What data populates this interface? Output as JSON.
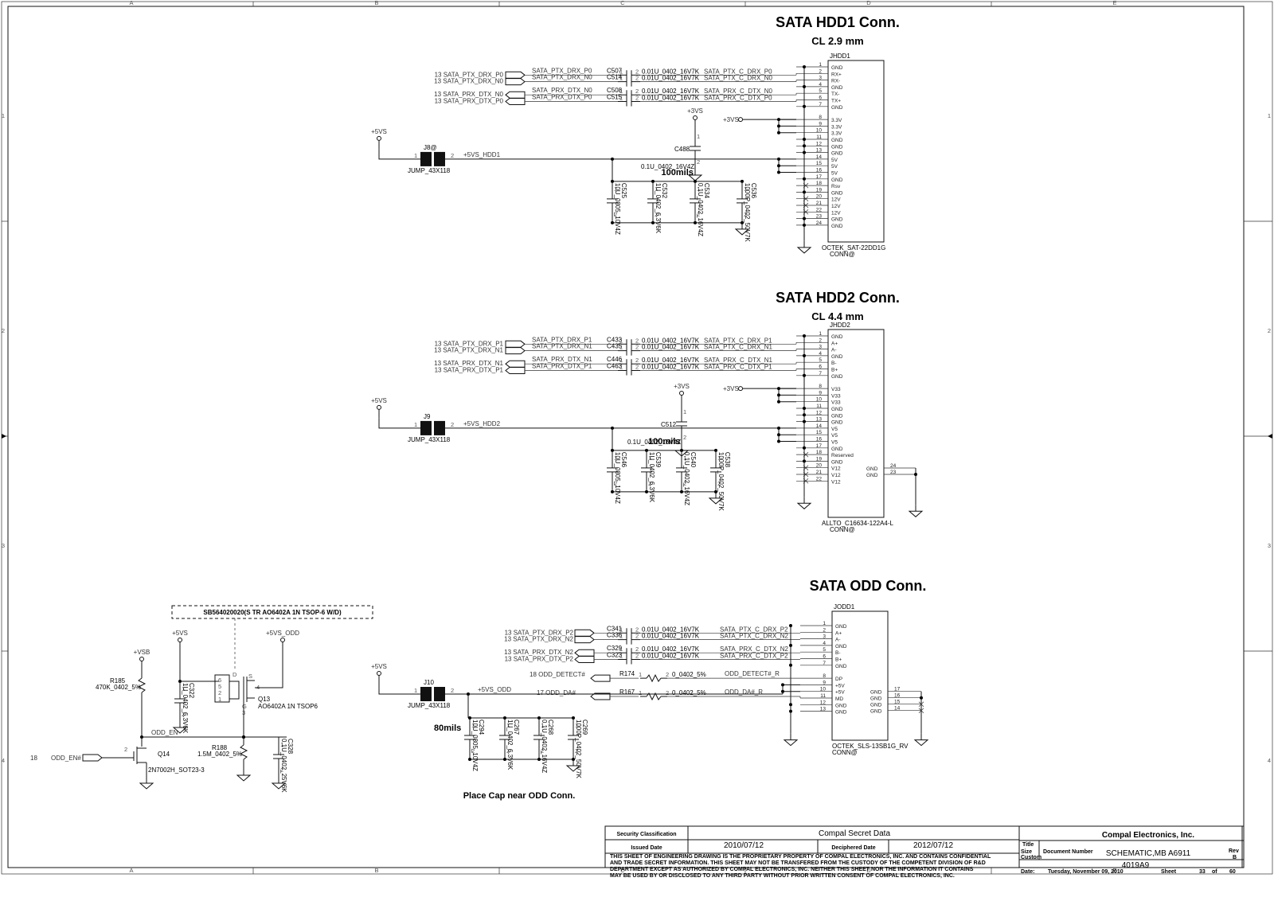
{
  "frame": {
    "cols": [
      "A",
      "B",
      "C",
      "D",
      "E"
    ],
    "rows": [
      "1",
      "2",
      "3",
      "4"
    ]
  },
  "hdd1": {
    "title": "SATA HDD1 Conn.",
    "subtitle": "CL 2.9 mm",
    "ref": "JHDD1",
    "part": "OCTEK_SAT-22DD1G",
    "conn": "CONN@",
    "pins": [
      "GND",
      "RX+",
      "RX-",
      "GND",
      "TX-",
      "TX+",
      "GND",
      "3.3V",
      "3.3V",
      "3.3V",
      "GND",
      "GND",
      "GND",
      "5V",
      "5V",
      "5V",
      "GND",
      "Rsv",
      "GND",
      "12V",
      "12V",
      "12V",
      "GND",
      "GND"
    ],
    "sig_in": [
      "13  SATA_PTX_DRX_P0",
      "13  SATA_PTX_DRX_N0",
      "13  SATA_PRX_DTX_N0",
      "13  SATA_PRX_DTX_P0"
    ],
    "sig_mid": [
      "SATA_PTX_DRX_P0",
      "SATA_PTX_DRX_N0",
      "SATA_PRX_DTX_N0",
      "SATA_PRX_DTX_P0"
    ],
    "caps": [
      "C507",
      "C514",
      "C508",
      "C515"
    ],
    "cap_val": "0.01U_0402_16V7K",
    "sig_out": [
      "SATA_PTX_C_DRX_P0",
      "SATA_PTX_C_DRX_N0",
      "SATA_PRX_C_DTX_N0",
      "SATA_PRX_C_DTX_P0"
    ],
    "rail_cap": "C488",
    "rail_cap_val": "0.1U_0402_16V4Z",
    "jumper": "J8@",
    "jumper_part": "JUMP_43X118",
    "net": "+5VS_HDD1",
    "width": "100mils",
    "bulk_refs": [
      "C525",
      "C532",
      "C534",
      "C536"
    ],
    "bulk_vals": [
      "10U_0805_10V4Z",
      "1U_0402_6.3V6K",
      "0.1U_0402_16V4Z",
      "1000P_0402_50V7K"
    ]
  },
  "hdd2": {
    "title": "SATA HDD2 Conn.",
    "subtitle": "CL 4.4 mm",
    "ref": "JHDD2",
    "part": "ALLTO_C16634-122A4-L",
    "conn": "CONN@",
    "pins": [
      "GND",
      "A+",
      "A-",
      "GND",
      "B-",
      "B+",
      "GND",
      "V33",
      "V33",
      "V33",
      "GND",
      "GND",
      "GND",
      "V5",
      "V5",
      "V5",
      "GND",
      "Reserved",
      "GND",
      "V12",
      "V12",
      "V12"
    ],
    "gnd_pins": [
      "GND",
      "GND"
    ],
    "sig_in": [
      "13  SATA_PTX_DRX_P1",
      "13  SATA_PTX_DRX_N1",
      "13  SATA_PRX_DTX_N1",
      "13  SATA_PRX_DTX_P1"
    ],
    "sig_mid": [
      "SATA_PTX_DRX_P1",
      "SATA_PTX_DRX_N1",
      "SATA_PRX_DTX_N1",
      "SATA_PRX_DTX_P1"
    ],
    "caps": [
      "C433",
      "C435",
      "C446",
      "C463"
    ],
    "cap_val": "0.01U_0402_16V7K",
    "sig_out": [
      "SATA_PTX_C_DRX_P1",
      "SATA_PTX_C_DRX_N1",
      "SATA_PRX_C_DTX_N1",
      "SATA_PRX_C_DTX_P1"
    ],
    "rail_cap": "C512",
    "rail_cap_val": "0.1U_0402_16V4Z",
    "jumper": "J9",
    "jumper_part": "JUMP_43X118",
    "net": "+5VS_HDD2",
    "width": "100mils",
    "bulk_refs": [
      "C546",
      "C539",
      "C540",
      "C538"
    ],
    "bulk_vals": [
      "10U_0805_10V4Z",
      "1U_0402_6.3V6K",
      "0.1U_0402_16V4Z",
      "1000P_0402_50V7K"
    ]
  },
  "odd": {
    "title": "SATA ODD Conn.",
    "ref": "JODD1",
    "part": "OCTEK_SLS-13SB1G_RV",
    "conn": "CONN@",
    "pins": [
      "GND",
      "A+",
      "A-",
      "GND",
      "B-",
      "B+",
      "GND",
      "DP",
      "+5V",
      "+5V",
      "MD",
      "GND",
      "GND"
    ],
    "gnd_pins": [
      "GND",
      "GND",
      "GND",
      "GND"
    ],
    "sig_in": [
      "13  SATA_PTX_DRX_P2",
      "13  SATA_PTX_DRX_N2",
      "13  SATA_PRX_DTX_N2",
      "13  SATA_PRX_DTX_P2"
    ],
    "caps": [
      "C341",
      "C336",
      "C329",
      "C323"
    ],
    "cap_val": "0.01U_0402_16V7K",
    "sig_out": [
      "SATA_PTX_C_DRX_P2",
      "SATA_PTX_C_DRX_N2",
      "SATA_PRX_C_DTX_N2",
      "SATA_PRX_C_DTX_P2"
    ],
    "detect_in": "18  ODD_DETECT#",
    "detect_res": "R174",
    "detect_out": "ODD_DETECT#_R",
    "da_in": "17     ODD_DA#",
    "da_res": "R167",
    "da_out": "ODD_DA#_R",
    "res_val": "0_0402_5%",
    "jumper": "J10",
    "jumper_part": "JUMP_43X118",
    "net": "+5VS_ODD",
    "width": "80mils",
    "bulk_refs": [
      "C294",
      "C267",
      "C268",
      "C269"
    ],
    "bulk_vals": [
      "10U_0805_10V4Z",
      "1U_0402_6.3V6K",
      "0.1U_0402_16V4Z",
      "1000P_0402_50V7K"
    ],
    "note": "Place Cap near ODD Conn."
  },
  "power": {
    "note": "SB564020020(S TR AO6402A 1N TSOP-6 W/D)",
    "q13": "Q13",
    "q13_part": "AO6402A 1N TSOP6",
    "q14": "Q14",
    "q14_part": "2N7002H_SOT23-3",
    "r185": "R185",
    "r185_val": "470K_0402_5%",
    "r188": "R188",
    "r188_val": "1.5M_0402_5%",
    "c322": "C322",
    "c322_val": "1U_0402_6.3V6K",
    "c328": "C328",
    "c328_val": "0.1U_0402_25V6K",
    "odd_en": "ODD_EN",
    "odd_en_in": "ODD_EN#",
    "odd_en_sheet": "18",
    "vsb": "+VSB",
    "v5vs": "+5VS",
    "v5vs_odd": "+5VS_ODD",
    "v3vs": "+3VS"
  },
  "title_block": {
    "security": "Security Classification",
    "secret": "Compal Secret Data",
    "issued": "Issued Date",
    "issued_date": "2010/07/12",
    "deciphered": "Deciphered Date",
    "deciphered_date": "2012/07/12",
    "notice": [
      "THIS SHEET OF ENGINEERING DRAWING IS THE PROPRIETARY PROPERTY OF COMPAL ELECTRONICS, INC. AND CONTAINS CONFIDENTIAL",
      "AND TRADE SECRET INFORMATION. THIS SHEET MAY NOT BE TRANSFERED FROM THE CUSTODY OF THE COMPETENT DIVISION OF R&D",
      "DEPARTMENT EXCEPT AS AUTHORIZED BY COMPAL ELECTRONICS, INC. NEITHER THIS SHEET NOR THE INFORMATION IT CONTAINS",
      "MAY BE USED BY OR DISCLOSED TO ANY THIRD PARTY WITHOUT PRIOR WRITTEN CONSENT OF COMPAL ELECTRONICS, INC."
    ],
    "company": "Compal Electronics, Inc.",
    "title_label": "Title",
    "title": "SCHEMATIC,MB A6911",
    "size_label": "Size",
    "size": "Custom",
    "docnum_label": "Document Number",
    "docnum": "4019A9",
    "rev_label": "Rev",
    "rev": "B",
    "date_label": "Date:",
    "date": "Tuesday, November 09, 2010",
    "sheet_label": "Sheet",
    "sheet": "33",
    "of_label": "of",
    "total": "60"
  }
}
